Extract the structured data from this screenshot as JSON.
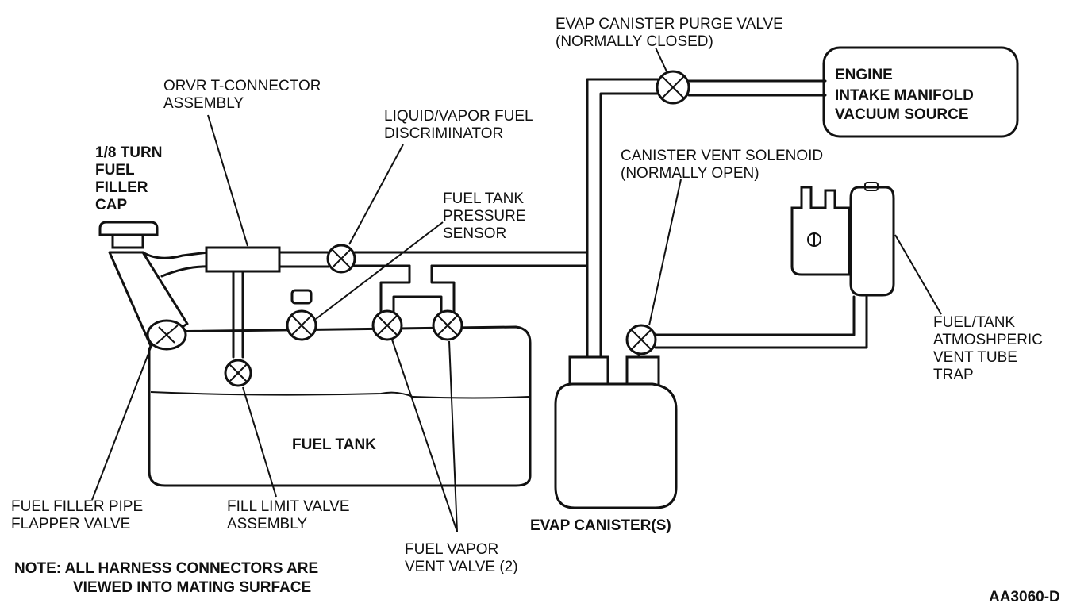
{
  "labels": {
    "purge_valve": [
      "EVAP CANISTER PURGE VALVE",
      "(NORMALLY CLOSED)"
    ],
    "engine": [
      "ENGINE",
      "INTAKE MANIFOLD",
      "VACUUM SOURCE"
    ],
    "orvr": [
      "ORVR T-CONNECTOR",
      "ASSEMBLY"
    ],
    "discriminator": [
      "LIQUID/VAPOR FUEL",
      "DISCRIMINATOR"
    ],
    "filler_cap": [
      "1/8 TURN",
      "FUEL",
      "FILLER",
      "CAP"
    ],
    "pressure_sensor": [
      "FUEL TANK",
      "PRESSURE",
      "SENSOR"
    ],
    "vent_solenoid": [
      "CANISTER VENT SOLENOID",
      "(NORMALLY OPEN)"
    ],
    "vent_trap": [
      "FUEL/TANK",
      "ATMOSHPERIC",
      "VENT TUBE",
      "TRAP"
    ],
    "fuel_tank": "FUEL TANK",
    "flapper_valve": [
      "FUEL FILLER PIPE",
      "FLAPPER VALVE"
    ],
    "fill_limit": [
      "FILL LIMIT VALVE",
      "ASSEMBLY"
    ],
    "evap_canister": "EVAP CANISTER(S)",
    "vapor_vent": [
      "FUEL VAPOR",
      "VENT VALVE (2)"
    ],
    "note": [
      "NOTE: ALL HARNESS CONNECTORS ARE",
      "VIEWED INTO MATING SURFACE"
    ],
    "figure_id": "AA3060-D"
  }
}
